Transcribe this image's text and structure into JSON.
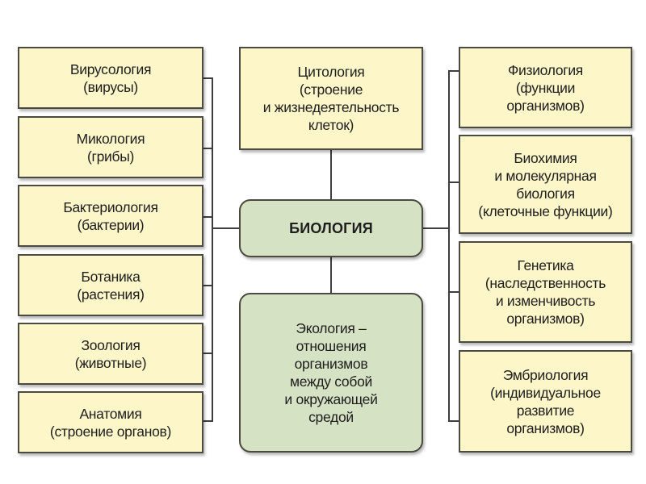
{
  "diagram": {
    "center": {
      "label": "БИОЛОГИЯ"
    },
    "top": {
      "label": "Цитология\n(строение\nи жизнедеятельность\nклеток)"
    },
    "bottom": {
      "label": "Экология –\nотношения\nорганизмов\nмежду собой\nи окружающей\nсредой"
    },
    "left": [
      {
        "label": "Вирусология\n(вирусы)"
      },
      {
        "label": "Микология\n(грибы)"
      },
      {
        "label": "Бактериология\n(бактерии)"
      },
      {
        "label": "Ботаника\n(растения)"
      },
      {
        "label": "Зоология\n(животные)"
      },
      {
        "label": "Анатомия\n(строение органов)"
      }
    ],
    "right": [
      {
        "label": "Физиология\n(функции\nорганизмов)"
      },
      {
        "label": "Биохимия\nи молекулярная\nбиология\n(клеточные функции)"
      },
      {
        "label": "Генетика\n(наследственность\nи изменчивость\nорганизмов)"
      },
      {
        "label": "Эмбриология\n(индивидуальное\nразвитие\nорганизмов)"
      }
    ]
  },
  "colors": {
    "branch_fill": "#fdf6c9",
    "core_fill": "#d6e2c4",
    "border": "#4a4a40"
  }
}
